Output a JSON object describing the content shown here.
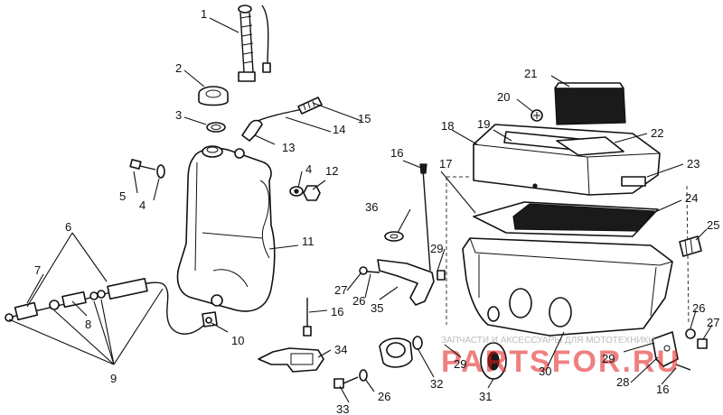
{
  "callouts": {
    "c1": "1",
    "c2": "2",
    "c3": "3",
    "c4a": "4",
    "c4b": "4",
    "c5": "5",
    "c6": "6",
    "c7": "7",
    "c8": "8",
    "c9": "9",
    "c10": "10",
    "c11": "11",
    "c12": "12",
    "c13": "13",
    "c14": "14",
    "c15": "15",
    "c16a": "16",
    "c16b": "16",
    "c16c": "16",
    "c17": "17",
    "c18": "18",
    "c19": "19",
    "c20": "20",
    "c21": "21",
    "c22": "22",
    "c23": "23",
    "c24": "24",
    "c25": "25",
    "c26a": "26",
    "c26b": "26",
    "c26c": "26",
    "c27a": "27",
    "c27b": "27",
    "c28": "28",
    "c29a": "29",
    "c29b": "29",
    "c29c": "29",
    "c30": "30",
    "c31": "31",
    "c32": "32",
    "c33": "33",
    "c34": "34",
    "c35": "35",
    "c36": "36"
  },
  "watermark": {
    "logo_text": "PARTSFOR.RU",
    "caption": "ЗАПЧАСТИ И АКСЕССУАРЫ ДЛЯ МОТОТЕХНИКИ"
  }
}
